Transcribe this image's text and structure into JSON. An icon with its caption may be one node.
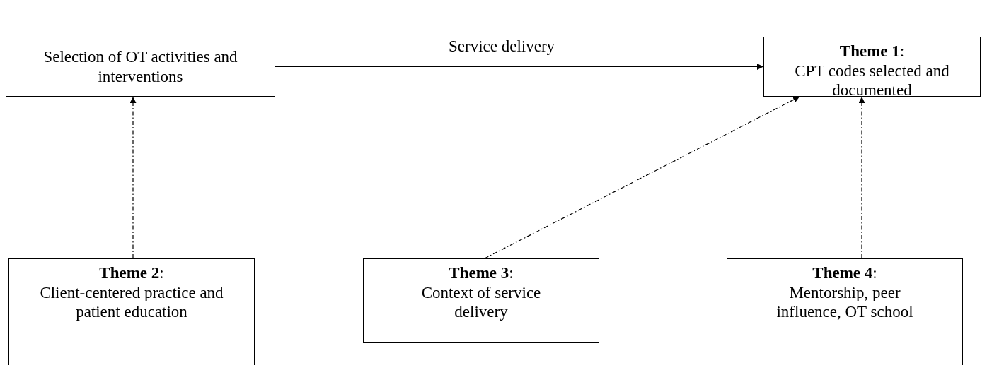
{
  "diagram": {
    "nodes": [
      {
        "text": [
          "Selection of OT activities and interventions"
        ]
      },
      {
        "text": [
          "**Theme 1**:",
          "CPT codes selected and documented"
        ]
      },
      {
        "text": [
          "**Theme 2**:",
          "Client-centered practice and patient education"
        ]
      },
      {
        "text": [
          "**Theme 3**:",
          "Context of service delivery"
        ]
      },
      {
        "text": [
          "**Theme 4**:",
          "Mentorship, peer influence, OT school"
        ]
      }
    ],
    "edges": [
      {
        "from": 0,
        "to": 1,
        "arrow": "to",
        "label": "Service delivery"
      },
      {
        "from": 2,
        "to": 0,
        "arrow": "to",
        "style": "dashed"
      },
      {
        "from": 3,
        "to": 1,
        "arrow": "to",
        "style": "dashed"
      },
      {
        "from": 4,
        "to": 1,
        "arrow": "to",
        "style": "dashed"
      }
    ]
  }
}
